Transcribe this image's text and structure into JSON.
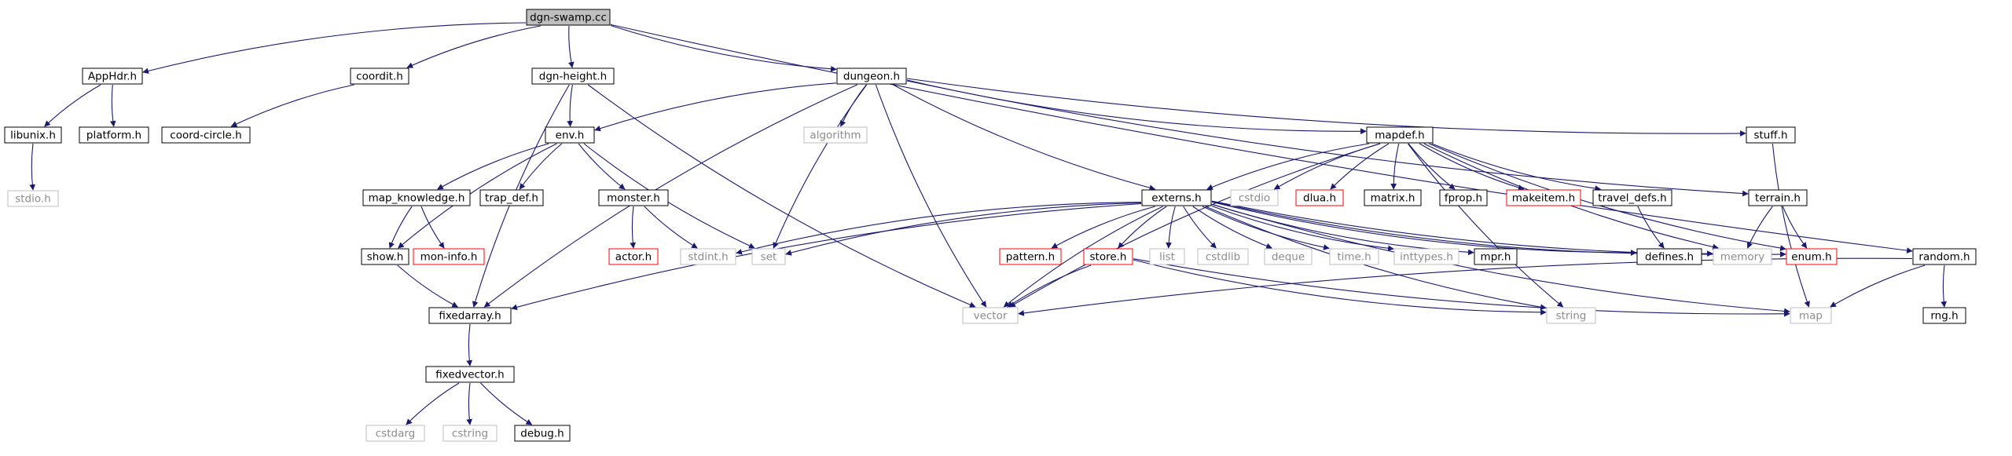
{
  "colors": {
    "edge": "#191970",
    "box_black": "#000000",
    "box_red": "#ff0000",
    "box_gray": "#bfbfbf",
    "root_fill": "#bfbfbf"
  },
  "nodes": {
    "root": "dgn-swamp.cc",
    "apphdr": "AppHdr.h",
    "coordit": "coordit.h",
    "dgnheight": "dgn-height.h",
    "dungeon": "dungeon.h",
    "libunix": "libunix.h",
    "platform": "platform.h",
    "coordcircle": "coord-circle.h",
    "stdio_h": "stdio.h",
    "env": "env.h",
    "algorithm": "algorithm",
    "mapdef": "mapdef.h",
    "stuff": "stuff.h",
    "mapknowledge": "map_knowledge.h",
    "trapdef": "trap_def.h",
    "monster": "monster.h",
    "show": "show.h",
    "moninfo": "mon-info.h",
    "actor": "actor.h",
    "stdint": "stdint.h",
    "set": "set",
    "externs": "externs.h",
    "cstdio": "cstdio",
    "dlua": "dlua.h",
    "matrix": "matrix.h",
    "fprop": "fprop.h",
    "makeitem": "makeitem.h",
    "traveldefs": "travel_defs.h",
    "terrain": "terrain.h",
    "random": "random.h",
    "pattern": "pattern.h",
    "store": "store.h",
    "list": "list",
    "cstdlib": "cstdlib",
    "deque": "deque",
    "time": "time.h",
    "inttypes": "inttypes.h",
    "mpr": "mpr.h",
    "defines": "defines.h",
    "memory": "memory",
    "enum": "enum.h",
    "fixedarray": "fixedarray.h",
    "vector": "vector",
    "string": "string",
    "map": "map",
    "rng": "rng.h",
    "fixedvector": "fixedvector.h",
    "cstdarg": "cstdarg",
    "cstring": "cstring",
    "debug": "debug.h"
  }
}
